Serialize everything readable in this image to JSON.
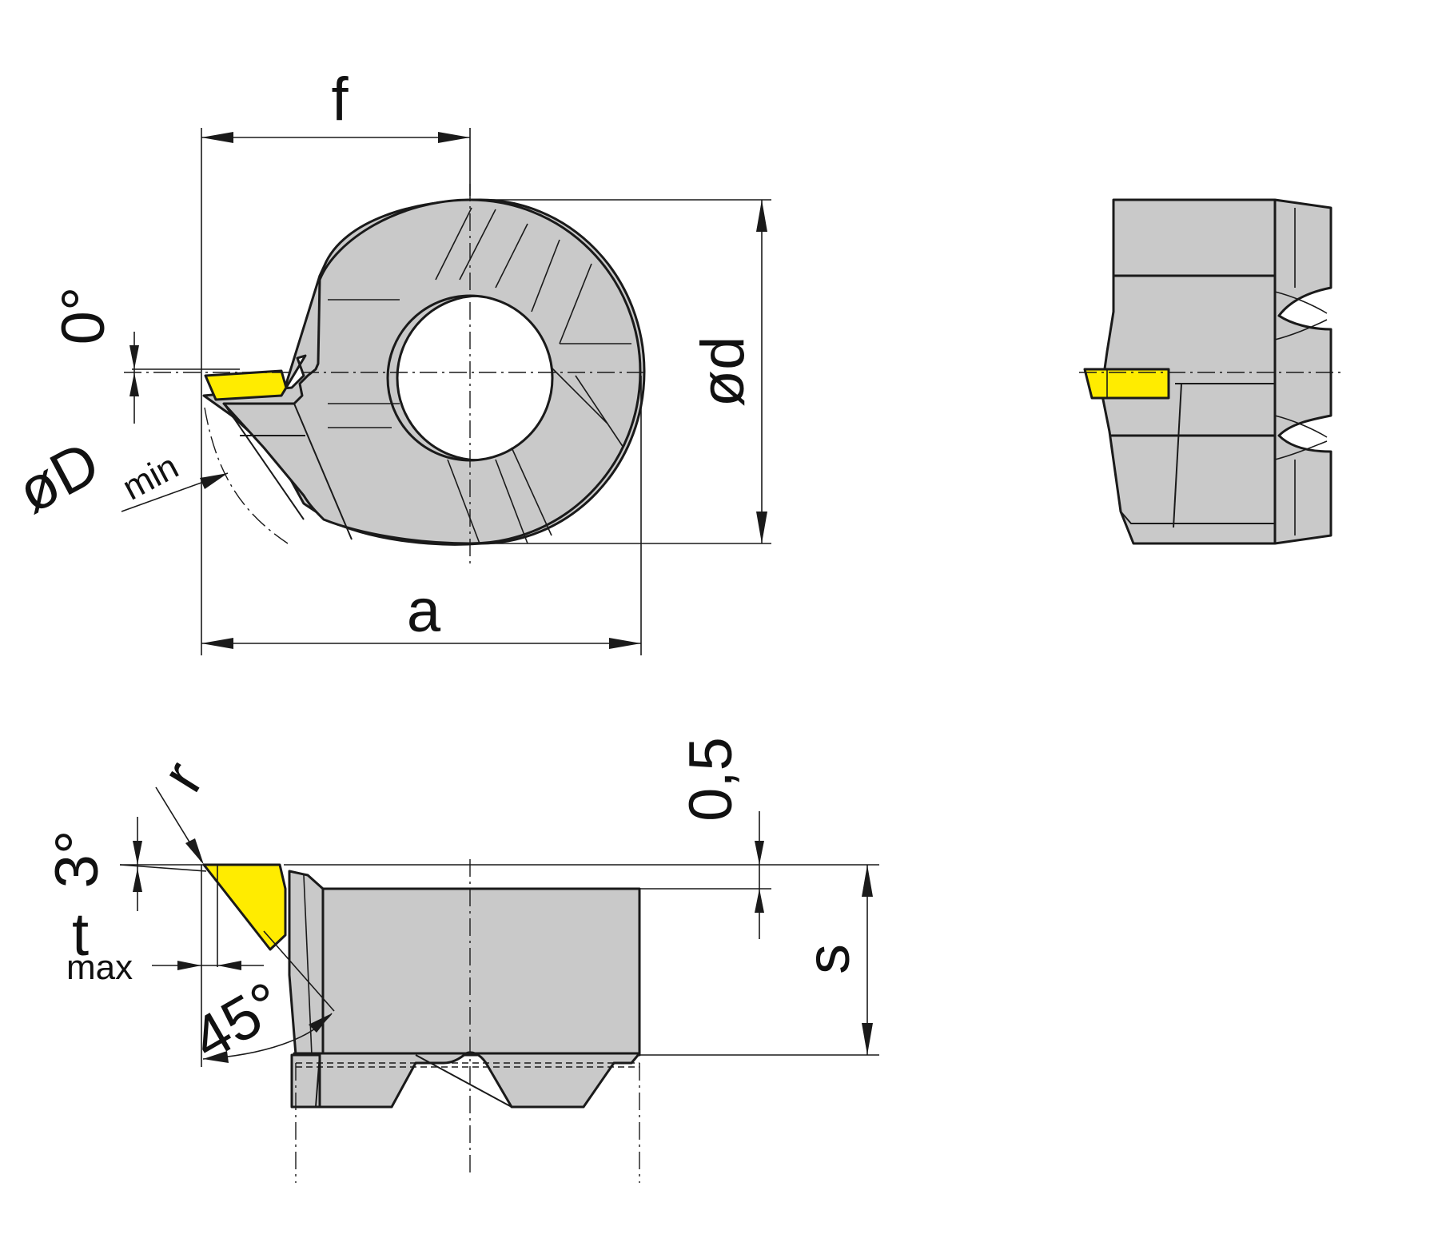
{
  "colors": {
    "body_fill": "#c9c9c9",
    "edge_fill": "#ffec00",
    "outline": "#1a1a1a"
  },
  "labels": {
    "f": "f",
    "a": "a",
    "od": "ød",
    "zero_deg": "0°",
    "oD": "øD",
    "min": "min",
    "r": "r",
    "three_deg": "3°",
    "t": "t",
    "max": "max",
    "forty_five_deg": "45°",
    "half": "0,5",
    "s": "s"
  }
}
